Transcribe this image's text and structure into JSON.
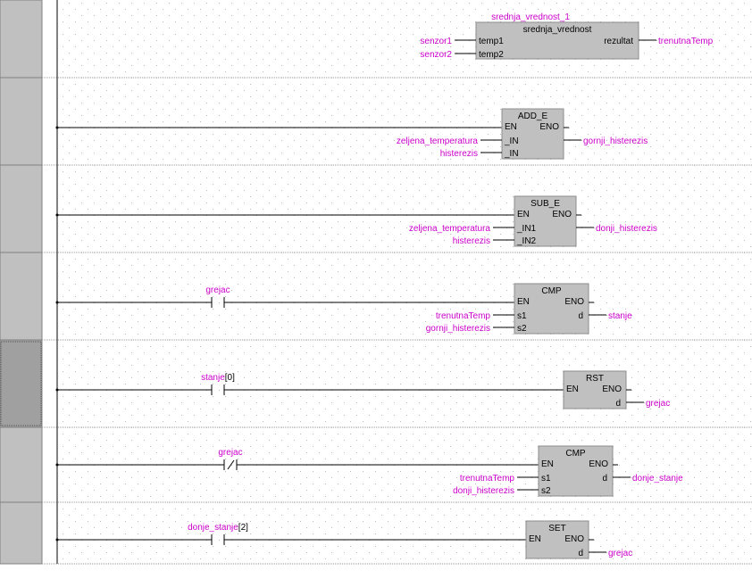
{
  "ladder": {
    "rungs": [
      {
        "block": {
          "instance": "srednja_vrednost_1",
          "title": "srednja_vrednost",
          "inputs": [
            {
              "pin": "temp1",
              "var": "senzor1"
            },
            {
              "pin": "temp2",
              "var": "senzor2"
            }
          ],
          "outputs": [
            {
              "pin": "rezultat",
              "var": "trenutnaTemp"
            }
          ]
        }
      },
      {
        "block": {
          "title": "ADD_E",
          "en": "EN",
          "eno": "ENO",
          "inputs": [
            {
              "pin": "_IN",
              "var": "zeljena_temperatura"
            },
            {
              "pin": "_IN",
              "var": "histerezis"
            }
          ],
          "outputs": [
            {
              "pin": "",
              "var": "gornji_histerezis"
            }
          ]
        }
      },
      {
        "block": {
          "title": "SUB_E",
          "en": "EN",
          "eno": "ENO",
          "inputs": [
            {
              "pin": "_IN1",
              "var": "zeljena_temperatura"
            },
            {
              "pin": "_IN2",
              "var": "histerezis"
            }
          ],
          "outputs": [
            {
              "pin": "",
              "var": "donji_histerezis"
            }
          ]
        }
      },
      {
        "contact": {
          "label": "grejac",
          "type": "NO"
        },
        "block": {
          "title": "CMP",
          "en": "EN",
          "eno": "ENO",
          "inputs": [
            {
              "pin": "s1",
              "var": "trenutnaTemp"
            },
            {
              "pin": "s2",
              "var": "gornji_histerezis"
            }
          ],
          "outputs": [
            {
              "pin": "d",
              "var": "stanje"
            }
          ]
        }
      },
      {
        "contact": {
          "label": "stanje",
          "index": "[0]",
          "type": "NO"
        },
        "block": {
          "title": "RST",
          "en": "EN",
          "eno": "ENO",
          "inputs": [],
          "outputs": [
            {
              "pin": "d",
              "var": "grejac"
            }
          ]
        }
      },
      {
        "contact": {
          "label": "grejac",
          "type": "NC"
        },
        "block": {
          "title": "CMP",
          "en": "EN",
          "eno": "ENO",
          "inputs": [
            {
              "pin": "s1",
              "var": "trenutnaTemp"
            },
            {
              "pin": "s2",
              "var": "donji_histerezis"
            }
          ],
          "outputs": [
            {
              "pin": "d",
              "var": "donje_stanje"
            }
          ]
        }
      },
      {
        "contact": {
          "label": "donje_stanje",
          "index": "[2]",
          "type": "NO"
        },
        "block": {
          "title": "SET",
          "en": "EN",
          "eno": "ENO",
          "inputs": [],
          "outputs": [
            {
              "pin": "d",
              "var": "grejac"
            }
          ]
        }
      }
    ]
  },
  "colors": {
    "background": "#ffffff",
    "gutter": "#c0c0c0",
    "gutter_border": "#808080",
    "gutter_selected": "#a0a0a0",
    "grid_dot": "#b8b8b8",
    "rung_separator": "#9a9a9a",
    "wire": "#000000",
    "block_fill": "#c0c0c0",
    "block_border": "#8c8c8c",
    "variable_text": "#cc00cc",
    "block_text": "#000000"
  }
}
